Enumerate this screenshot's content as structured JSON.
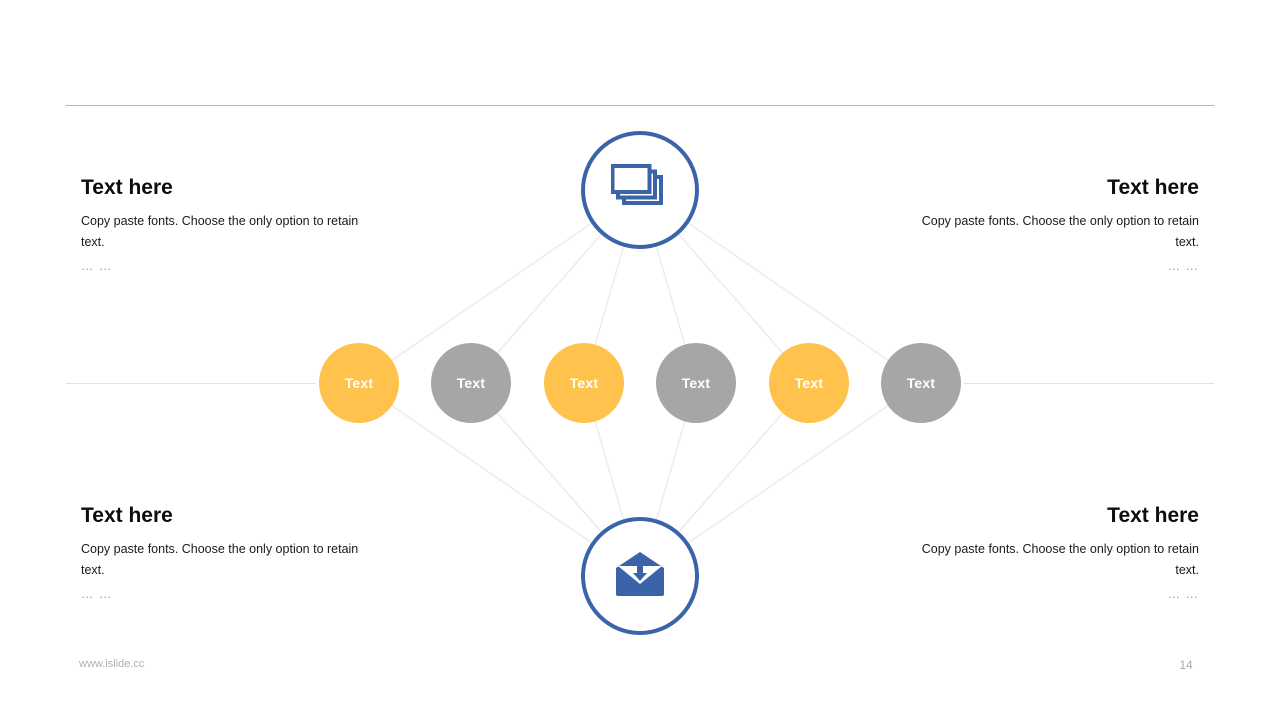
{
  "slide": {
    "page_number": "14",
    "footer_url": "www.islide.cc"
  },
  "colors": {
    "accent_blue": "#3b63aa",
    "amber": "#ffc24c",
    "gray": "#a6a6a6",
    "rule_top": "#b3b3b3",
    "rule_light": "#e2e2e2",
    "connector": "#ededed",
    "heading": "#0d0d0d",
    "body_text": "#1a1a1a",
    "muted": "#a8a8a8"
  },
  "hubs": [
    {
      "id": "top",
      "icon": "stacked-windows-icon",
      "icon_label": "stacked windows"
    },
    {
      "id": "bottom",
      "icon": "envelope-download-icon",
      "icon_label": "envelope with download arrow"
    }
  ],
  "nodes": [
    {
      "label": "Text",
      "color": "#ffc24c",
      "variant": "amber"
    },
    {
      "label": "Text",
      "color": "#a6a6a6",
      "variant": "gray"
    },
    {
      "label": "Text",
      "color": "#ffc24c",
      "variant": "amber"
    },
    {
      "label": "Text",
      "color": "#a6a6a6",
      "variant": "gray"
    },
    {
      "label": "Text",
      "color": "#ffc24c",
      "variant": "amber"
    },
    {
      "label": "Text",
      "color": "#a6a6a6",
      "variant": "gray"
    }
  ],
  "text_blocks": [
    {
      "position": "top-left",
      "heading": "Text here",
      "body": "Copy paste fonts. Choose the only option to retain text.",
      "ellipsis": "… …"
    },
    {
      "position": "top-right",
      "heading": "Text here",
      "body": "Copy paste fonts. Choose the only option to retain text.",
      "ellipsis": "… …"
    },
    {
      "position": "bottom-left",
      "heading": "Text here",
      "body": "Copy paste fonts. Choose the only option to retain text.",
      "ellipsis": "… …"
    },
    {
      "position": "bottom-right",
      "heading": "Text here",
      "body": "Copy paste fonts. Choose the only option to retain text.",
      "ellipsis": "… …"
    }
  ]
}
